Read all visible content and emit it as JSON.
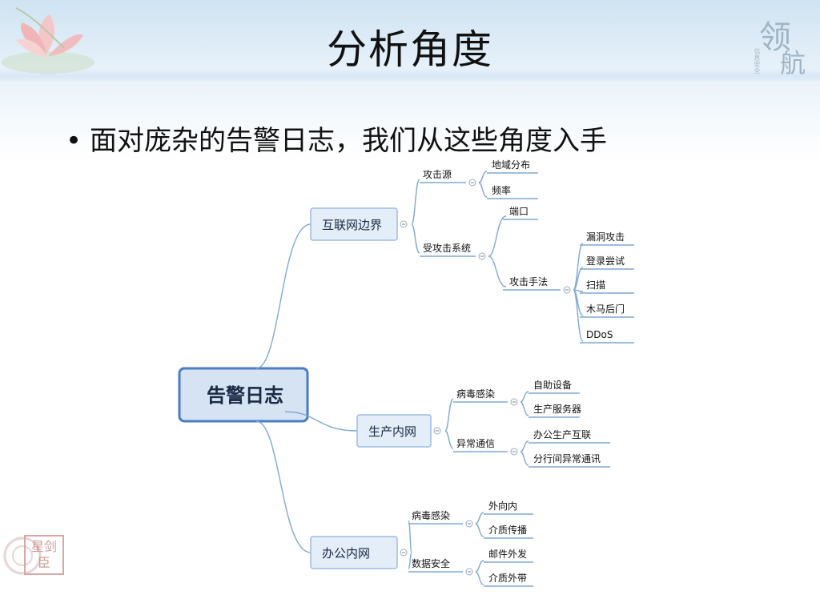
{
  "slide": {
    "title": "分析角度",
    "bullet": "面对庞杂的告警日志，我们从这些角度入手"
  },
  "logo": {
    "text": "领航",
    "subtext": "信息安全"
  },
  "seal": {
    "text": "星剑臣"
  },
  "colors": {
    "line": "#7fa8d3",
    "root_fill": "#d5e3f3",
    "root_border": "#4a7ec0",
    "mid_fill": "#e4eef8",
    "mid_border": "#9bbbe0"
  },
  "mindmap": {
    "root": "告警日志",
    "branches": [
      {
        "label": "互联网边界",
        "children": [
          {
            "label": "攻击源",
            "children": [
              "地域分布",
              "频率"
            ]
          },
          {
            "label": "受攻击系统",
            "children": [
              {
                "label": "端口"
              },
              {
                "label": "攻击手法",
                "children": [
                  "漏洞攻击",
                  "登录尝试",
                  "扫描",
                  "木马后门",
                  "DDoS"
                ]
              }
            ]
          }
        ]
      },
      {
        "label": "生产内网",
        "children": [
          {
            "label": "病毒感染",
            "children": [
              "自助设备",
              "生产服务器"
            ]
          },
          {
            "label": "异常通信",
            "children": [
              "办公生产互联",
              "分行间异常通讯"
            ]
          }
        ]
      },
      {
        "label": "办公内网",
        "children": [
          {
            "label": "病毒感染",
            "children": [
              "外向内",
              "介质传播"
            ]
          },
          {
            "label": "数据安全",
            "children": [
              "邮件外发",
              "介质外带"
            ]
          }
        ]
      }
    ]
  }
}
